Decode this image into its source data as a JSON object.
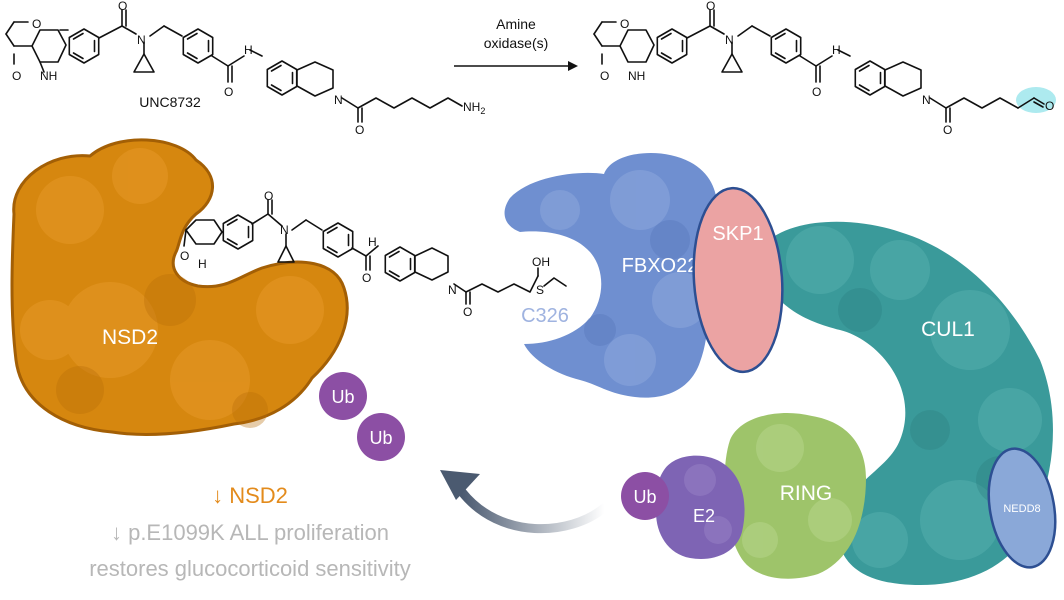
{
  "reaction": {
    "reactant_name": "UNC8732",
    "enzyme_line1": "Amine",
    "enzyme_line2": "oxidase(s)",
    "amine_label": "NH",
    "amine_subscript": "2",
    "aldehyde_label": "O"
  },
  "atoms": {
    "oxygen": "O",
    "nitrogen": "N",
    "nh": "NH",
    "h": "H",
    "sulfur": "S",
    "hydroxyl": "OH"
  },
  "proteins": {
    "nsd2": "NSD2",
    "fbxo22": "FBXO22",
    "c326": "C326",
    "skp1": "SKP1",
    "cul1": "CUL1",
    "ring": "RING",
    "nedd8": "NEDD8",
    "e2": "E2",
    "ubiquitin": "Ub"
  },
  "outcomes": {
    "line1": "↓ NSD2",
    "line2": "↓ p.E1099K ALL proliferation",
    "line3": "restores glucocorticoid sensitivity"
  },
  "colors": {
    "nsd2": "#d6870f",
    "nsd2_edge": "#a35f05",
    "fbxo22": "#6f8fd0",
    "skp1": "#eba3a3",
    "cul1": "#3a9a9a",
    "ring": "#9ec46a",
    "e2": "#7e64b4",
    "ub": "#8c4fa4",
    "nedd8": "#8aa8d8",
    "c326_text": "#9fb3e0",
    "outcome_orange": "#e38b1c",
    "outcome_gray": "#b7b7b7",
    "aldehyde_highlight": "#9fe6ec"
  }
}
